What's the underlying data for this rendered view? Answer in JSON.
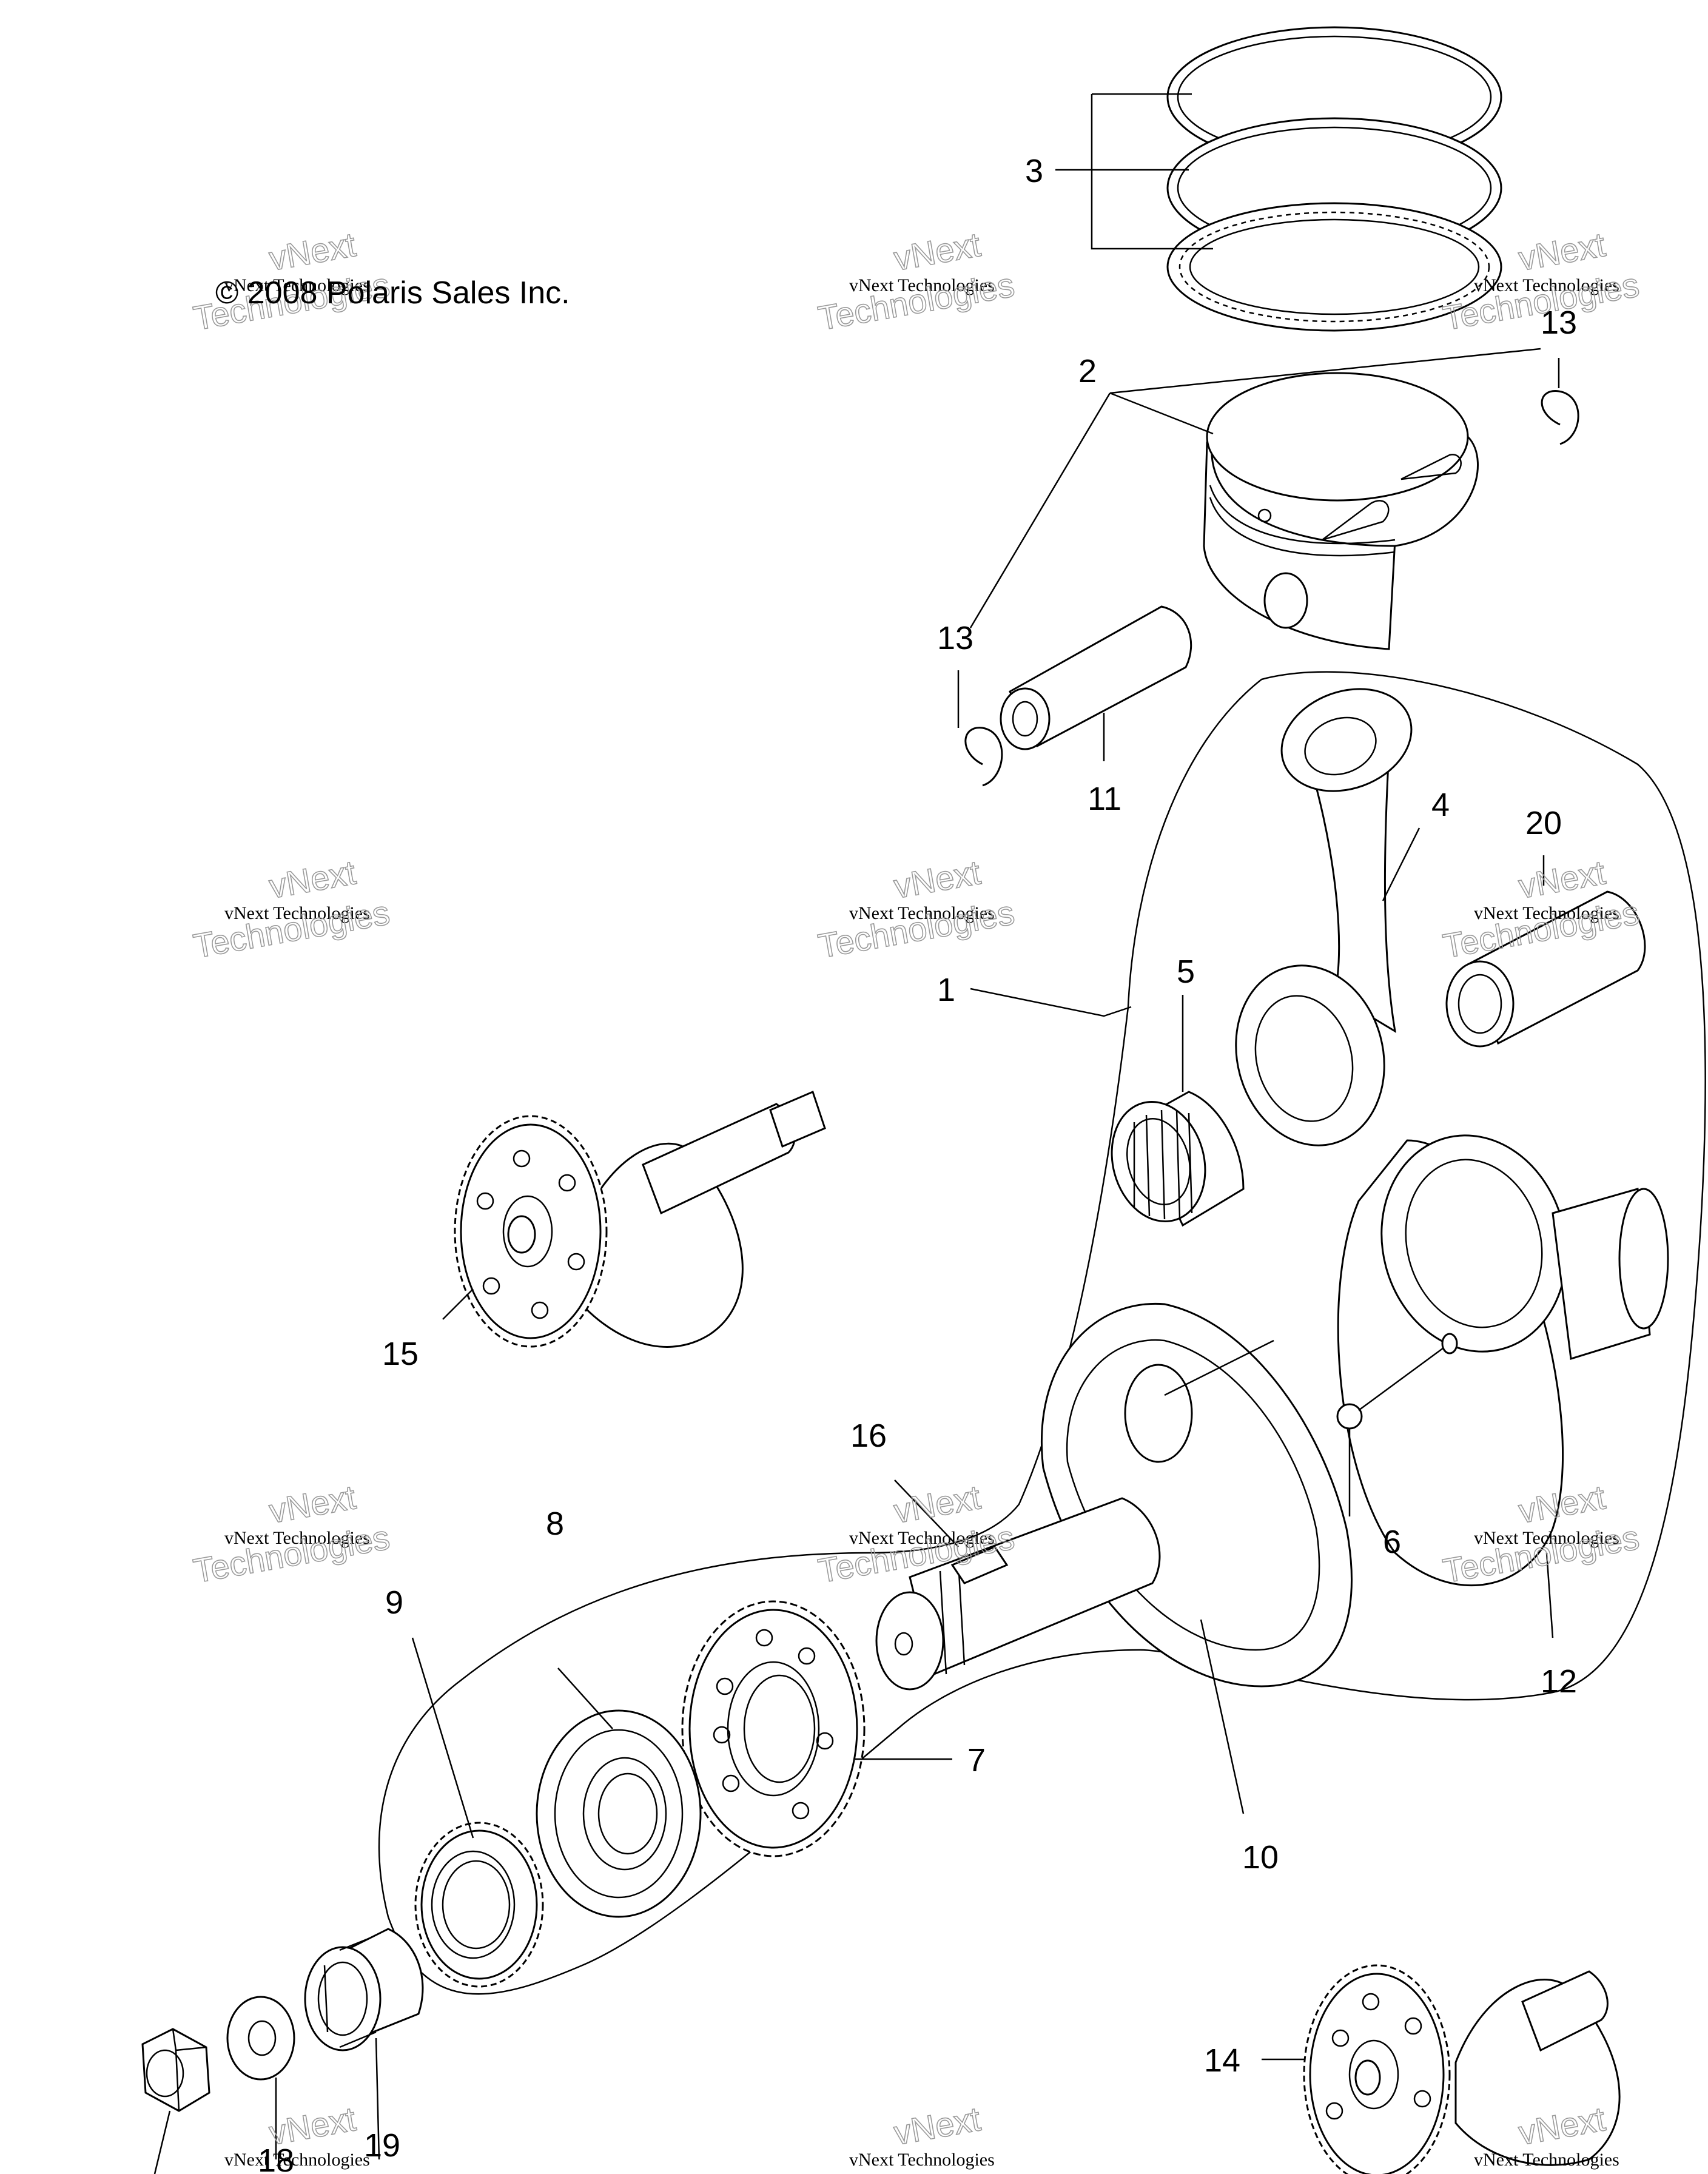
{
  "copyright": "© 2008 Polaris Sales Inc.",
  "watermark": {
    "small": "vNext Technologies",
    "big_line1": "vNext",
    "big_line2": "Technologies"
  },
  "callouts": [
    {
      "id": "c1",
      "label": "1"
    },
    {
      "id": "c2",
      "label": "2"
    },
    {
      "id": "c3",
      "label": "3"
    },
    {
      "id": "c4",
      "label": "4"
    },
    {
      "id": "c5",
      "label": "5"
    },
    {
      "id": "c6",
      "label": "6"
    },
    {
      "id": "c7",
      "label": "7"
    },
    {
      "id": "c8",
      "label": "8"
    },
    {
      "id": "c9",
      "label": "9"
    },
    {
      "id": "c10",
      "label": "10"
    },
    {
      "id": "c11",
      "label": "11"
    },
    {
      "id": "c12",
      "label": "12"
    },
    {
      "id": "c13a",
      "label": "13"
    },
    {
      "id": "c13b",
      "label": "13"
    },
    {
      "id": "c14",
      "label": "14"
    },
    {
      "id": "c15",
      "label": "15"
    },
    {
      "id": "c16",
      "label": "16"
    },
    {
      "id": "c18",
      "label": "18"
    },
    {
      "id": "c19",
      "label": "19"
    },
    {
      "id": "c20",
      "label": "20"
    }
  ]
}
